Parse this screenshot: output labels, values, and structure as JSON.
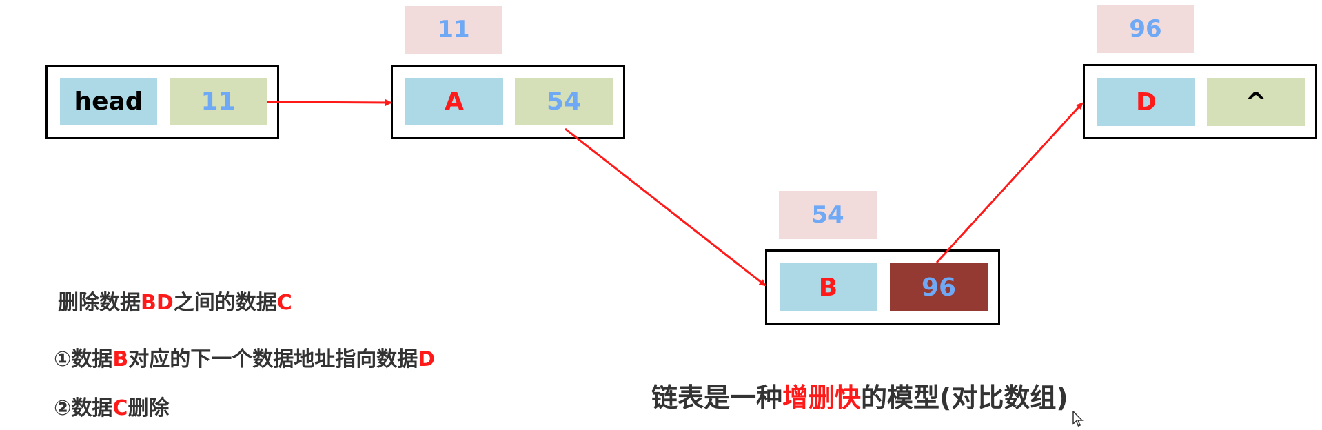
{
  "nodes": {
    "head": {
      "data": "head",
      "next": "11"
    },
    "a": {
      "addr": "11",
      "data": "A",
      "next": "54"
    },
    "b": {
      "addr": "54",
      "data": "B",
      "next": "96"
    },
    "d": {
      "addr": "96",
      "data": "D",
      "next": "^"
    }
  },
  "notes": {
    "title": {
      "p1": "删除数据",
      "red": "BD",
      "p2": "之间的数据",
      "red2": "C"
    },
    "step1": {
      "p1": "①数据",
      "red": "B",
      "p2": "对应的下一个数据地址指向数据",
      "red2": "D"
    },
    "step2": {
      "p1": "②数据",
      "red": "C",
      "p2": "删除"
    }
  },
  "caption": {
    "p1": "链表是一种",
    "red": "增删快",
    "p2": "的模型(对比数组)"
  },
  "colors": {
    "arrow": "#ff1a1a",
    "data_cell": "#add8e6",
    "pointer_cell": "#d6e0b8",
    "address_tag": "#f2dcdb",
    "highlight_cell": "#943a33",
    "red_text": "#ff1a1a",
    "blue_text": "#6fa8f5"
  }
}
